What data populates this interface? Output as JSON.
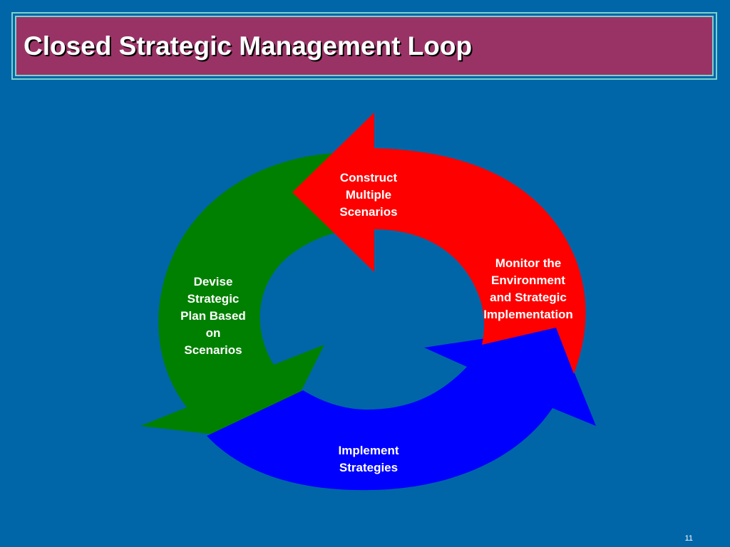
{
  "slide": {
    "title": "Closed Strategic Management Loop",
    "page_number": "11"
  },
  "colors": {
    "background": "#0066a8",
    "title_fill": "#993366",
    "title_border": "#7fd1cc",
    "arrow_construct": "#ff0000",
    "arrow_implement": "#0000ff",
    "arrow_devise": "#008000",
    "label_text": "#ffffff"
  },
  "loop": {
    "steps": [
      {
        "id": "construct",
        "lines": [
          "Construct",
          "Multiple",
          "Scenarios"
        ]
      },
      {
        "id": "monitor",
        "lines": [
          "Monitor the",
          "Environment",
          "and Strategic",
          "Implementation"
        ]
      },
      {
        "id": "implement",
        "lines": [
          "Implement",
          "Strategies"
        ]
      },
      {
        "id": "devise",
        "lines": [
          "Devise",
          "Strategic",
          "Plan Based",
          "on",
          "Scenarios"
        ]
      }
    ]
  }
}
